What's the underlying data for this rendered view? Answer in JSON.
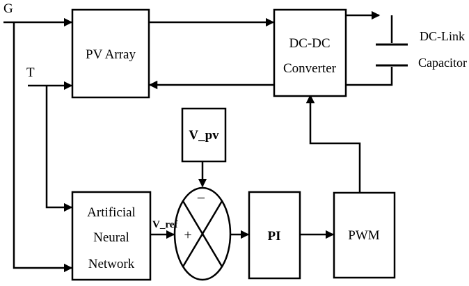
{
  "inputs": {
    "g_label": "G",
    "t_label": "T"
  },
  "blocks": {
    "pv_array": "PV Array",
    "dcdc_line1": "DC-DC",
    "dcdc_line2": "Converter",
    "vpv": "V_pv",
    "ann_line1": "Artificial",
    "ann_line2": "Neural",
    "ann_line3": "Network",
    "pi": "PI",
    "pwm": "PWM"
  },
  "signals": {
    "vref": "V_ref",
    "minus": "−",
    "plus": "+"
  },
  "capacitor": {
    "line1": "DC-Link",
    "line2": "Capacitor"
  }
}
